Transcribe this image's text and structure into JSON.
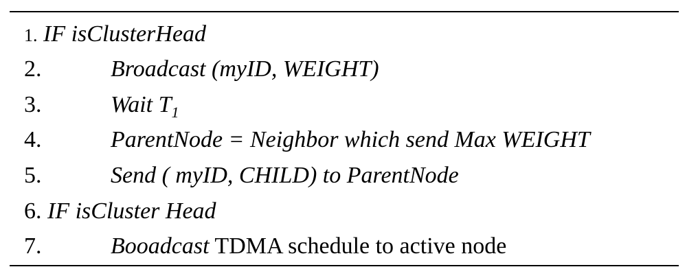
{
  "lines": [
    {
      "num": "1.",
      "text": "IF isClusterHead"
    },
    {
      "num": "2.",
      "text": "Broadcast (myID, WEIGHT)"
    },
    {
      "num": "3.",
      "text": "Wait T",
      "sub": "1"
    },
    {
      "num": "4.",
      "text": "ParentNode = Neighbor which send Max WEIGHT"
    },
    {
      "num": "5.",
      "text": "Send ( myID, CHILD) to ParentNode"
    },
    {
      "num": "6.",
      "text": "IF isCluster Head"
    },
    {
      "num": "7.",
      "text": "Booadcast",
      "text_rest": " TDMA schedule to active node"
    }
  ]
}
